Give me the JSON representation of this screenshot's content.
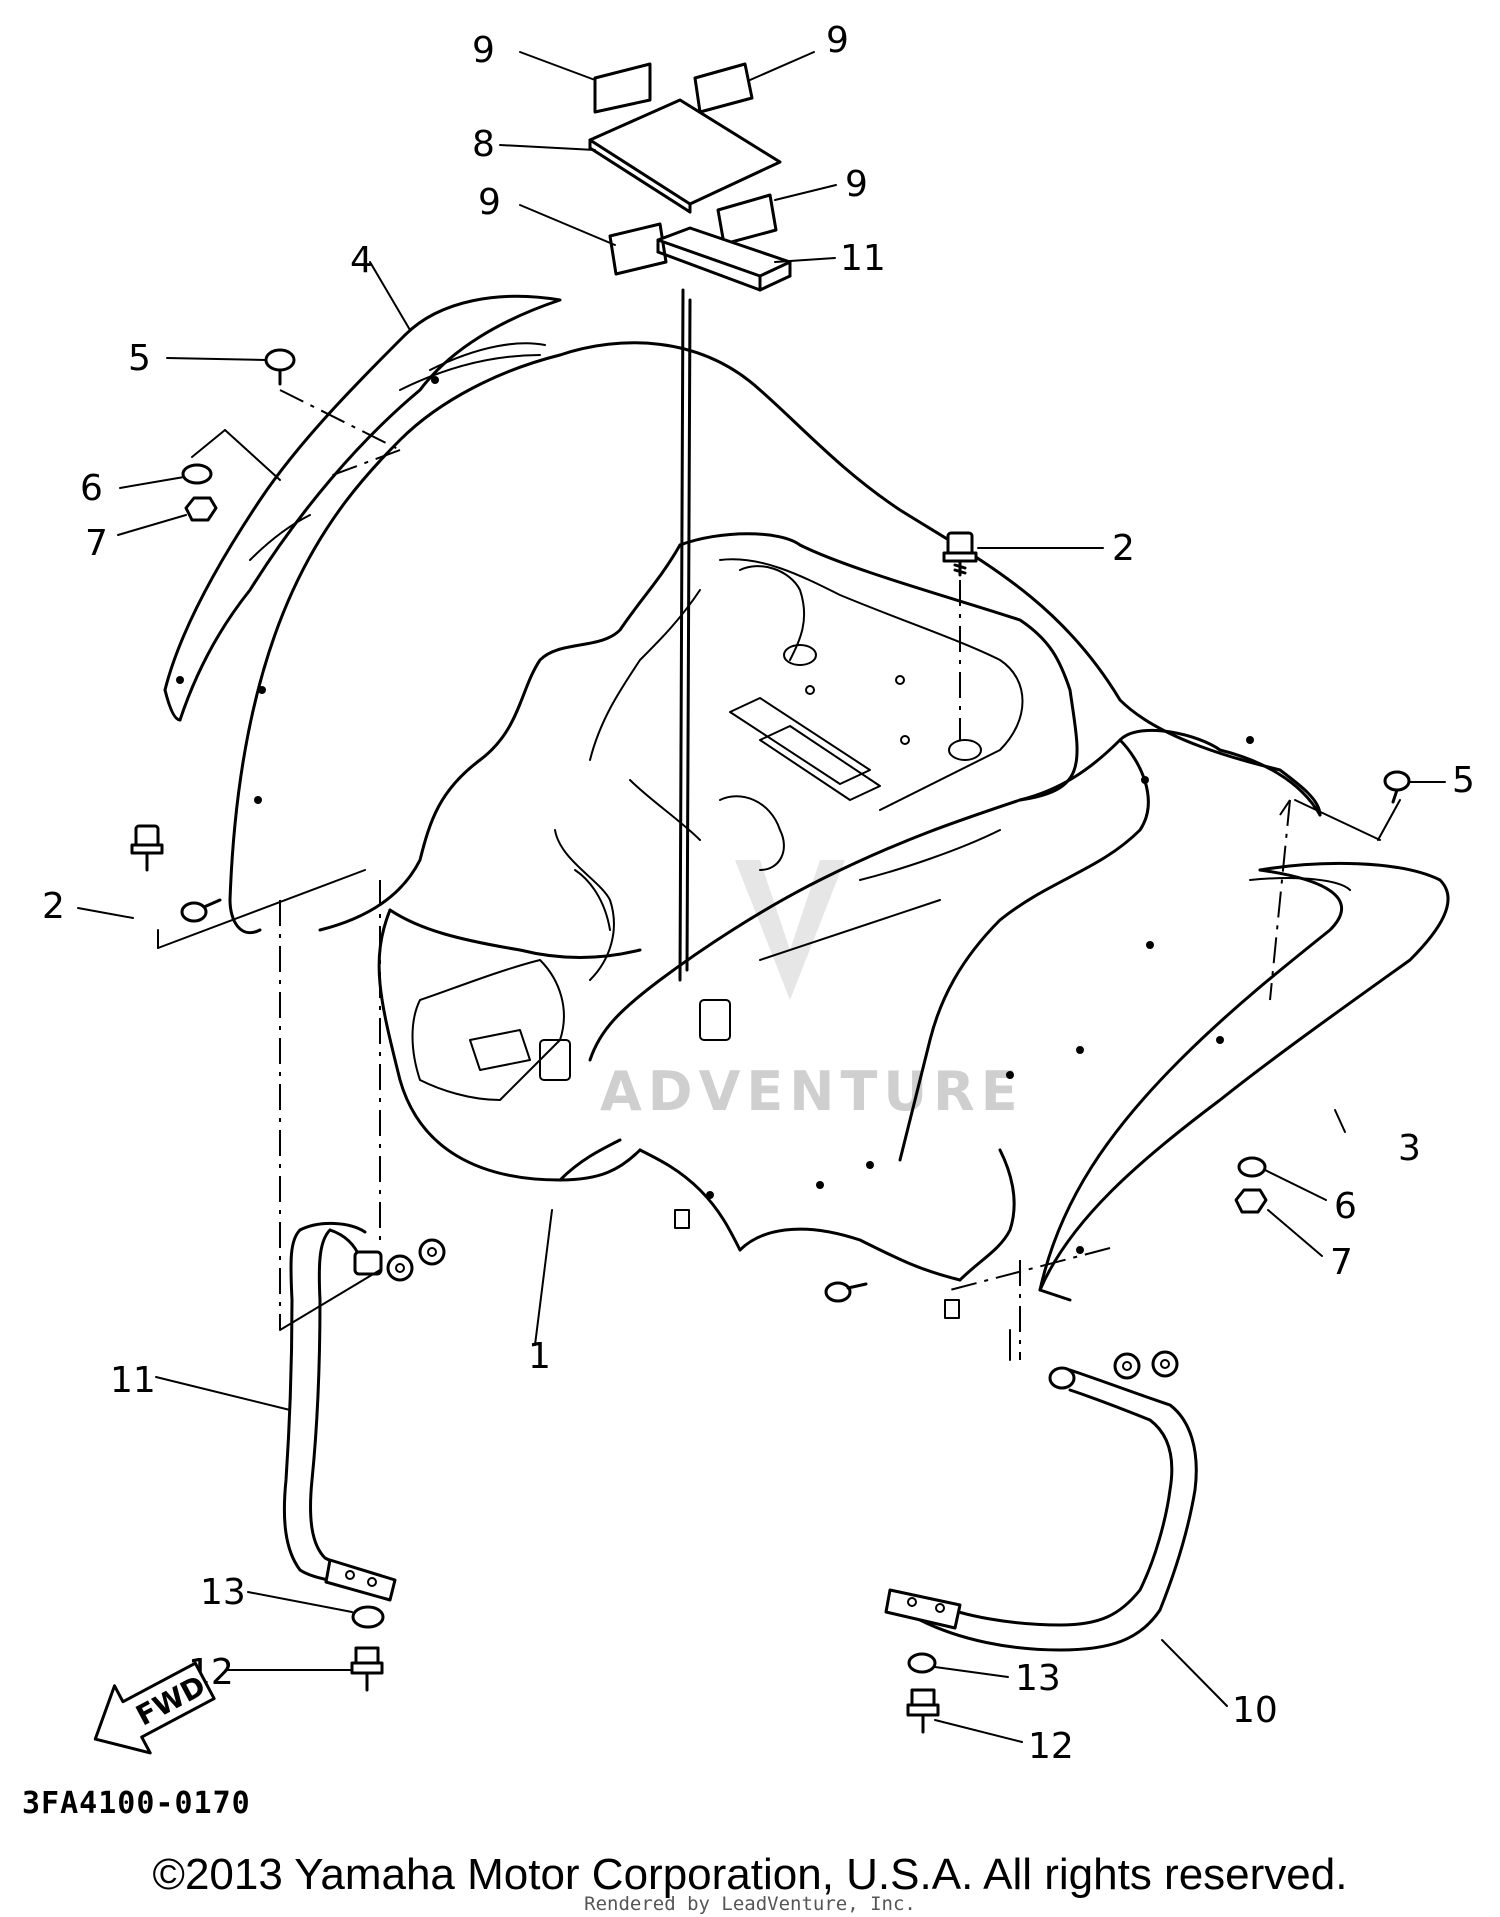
{
  "callouts": [
    {
      "id": "c9a",
      "text": "9"
    },
    {
      "id": "c9b",
      "text": "9"
    },
    {
      "id": "c8",
      "text": "8"
    },
    {
      "id": "c9c",
      "text": "9"
    },
    {
      "id": "c9d",
      "text": "9"
    },
    {
      "id": "c11a",
      "text": "11"
    },
    {
      "id": "c4",
      "text": "4"
    },
    {
      "id": "c5a",
      "text": "5"
    },
    {
      "id": "c6a",
      "text": "6"
    },
    {
      "id": "c7a",
      "text": "7"
    },
    {
      "id": "c2a",
      "text": "2"
    },
    {
      "id": "c2b",
      "text": "2"
    },
    {
      "id": "c5b",
      "text": "5"
    },
    {
      "id": "c3",
      "text": "3"
    },
    {
      "id": "c6b",
      "text": "6"
    },
    {
      "id": "c7b",
      "text": "7"
    },
    {
      "id": "c1",
      "text": "1"
    },
    {
      "id": "c11b",
      "text": "11"
    },
    {
      "id": "c13a",
      "text": "13"
    },
    {
      "id": "c12a",
      "text": "12"
    },
    {
      "id": "c13b",
      "text": "13"
    },
    {
      "id": "c10",
      "text": "10"
    },
    {
      "id": "c12b",
      "text": "12"
    }
  ],
  "fwd_label": "FWD",
  "watermark": "ADVENTURE",
  "diagram_code": "3FA4100-0170",
  "copyright": "©2013 Yamaha Motor Corporation, U.S.A. All rights reserved.",
  "rendered_by": "Rendered by LeadVenture, Inc."
}
